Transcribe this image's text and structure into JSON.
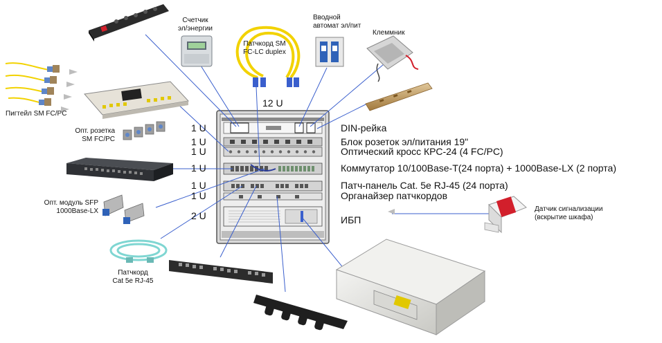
{
  "rack": {
    "top_units": "12 U",
    "unit_labels": [
      "1 U",
      "1 U",
      "1 U",
      "1 U",
      "1 U",
      "1 U",
      "2 U"
    ]
  },
  "rack_rows": [
    "DIN-рейка",
    "Блок розеток эл/питания 19\"",
    "Оптический кросс КРС-24  (4 FC/PC)",
    "Коммутатор 10/100Base-T(24 порта) + 1000Base-LX (2 порта)",
    "Патч-панель Cat. 5e RJ-45 (24 порта)",
    "Органайзер патчкордов",
    "ИБП"
  ],
  "components": {
    "meter": [
      "Счетчик",
      "эл/энергии"
    ],
    "patchcord_sm": [
      "Патчкорд SM",
      "FC-LC duplex"
    ],
    "breaker": [
      "Вводной",
      "автомат эл/пит"
    ],
    "terminal": "Клеммник",
    "pigtail": "Пигтейл SM FC/PC",
    "opt_socket": [
      "Опт. розетка",
      "SM FC/PC"
    ],
    "sfp": [
      "Опт. модуль SFP",
      "1000Base-LX"
    ],
    "alarm_sensor": [
      "Датчик сигнализации",
      "(вскрытие шкафа)"
    ],
    "patchcord_cat5": [
      "Патчкорд",
      "Cat 5e RJ-45"
    ]
  },
  "colors": {
    "leader_line": "#3a5fcd",
    "rack_body": "#cfcfcf",
    "rack_frame": "#3a3a3a",
    "alarm_red": "#d21f2b",
    "fiber_yellow": "#f2d200",
    "cable_cyan": "#7fd6d2"
  },
  "icons": [
    "power-strip-icon",
    "energy-meter-icon",
    "fiber-patchcord-icon",
    "circuit-breaker-icon",
    "terminal-block-icon",
    "din-rail-icon",
    "pigtail-icon",
    "optical-cross-icon",
    "optical-socket-icon",
    "network-switch-icon",
    "sfp-module-icon",
    "patchcord-icon",
    "patch-panel-icon",
    "cable-organizer-icon",
    "ups-icon",
    "alarm-sensor-icon",
    "server-rack-icon"
  ]
}
